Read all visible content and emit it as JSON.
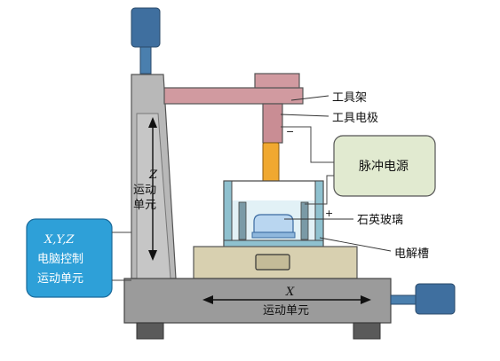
{
  "labels": {
    "tool_holder": "工具架",
    "tool_electrode": "工具电极",
    "pulse_power": "脉冲电源",
    "quartz_glass": "石英玻璃",
    "electrolytic_cell": "电解槽",
    "minus_sign": "−",
    "plus_sign": "+"
  },
  "z_unit": {
    "axis": "Z",
    "line1": "运动",
    "line2": "单元"
  },
  "x_unit": {
    "axis": "X",
    "line1": "运动单元"
  },
  "controller": {
    "line1": "X,Y,Z",
    "line2": "电脑控制",
    "line3": "运动单元"
  },
  "colors": {
    "frame_gray": "#b8b8b8",
    "base_gray": "#9b9b9b",
    "foot_dark": "#5a5a5a",
    "arm_pink": "#d19aa0",
    "electrode_orange": "#f0a830",
    "motor_blue": "#3f6f9f",
    "controller_blue": "#2ea0d8",
    "power_green": "#e1ead0",
    "tank_teal": "#8fc1cf",
    "platform_tan": "#d8d0b0"
  }
}
